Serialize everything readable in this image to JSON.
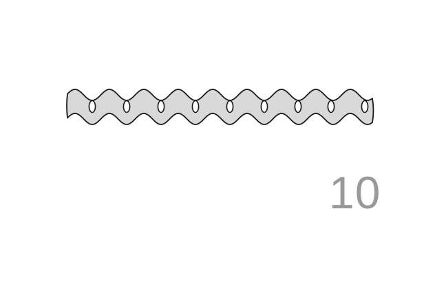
{
  "figure": {
    "number_label": "10",
    "number_color": "#999999"
  },
  "strip": {
    "description_icon": "perforated-wavy-mounting-strip",
    "hole_count": 9,
    "fill_color": "#d9d9d9",
    "outline_color": "#1a1a1a",
    "hole_color": "#ffffff"
  }
}
